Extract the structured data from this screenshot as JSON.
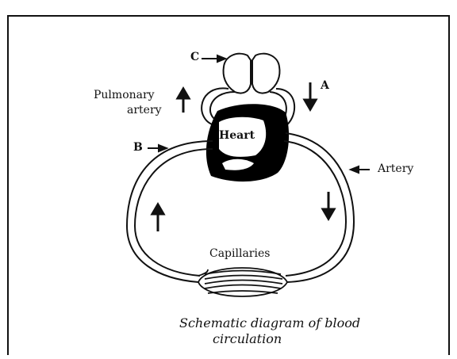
{
  "labels": {
    "heart": "Heart",
    "pulmonary_artery_line1": "Pulmonary",
    "pulmonary_artery_line2": "artery",
    "artery": "Artery",
    "capillaries": "Capillaries",
    "marker_a": "A",
    "marker_b": "B",
    "marker_c": "C"
  },
  "caption": {
    "line1": "Schematic diagram of blood",
    "line2": "circulation"
  },
  "colors": {
    "line": "#111111",
    "heart_fill": "#000000",
    "background": "#ffffff"
  }
}
